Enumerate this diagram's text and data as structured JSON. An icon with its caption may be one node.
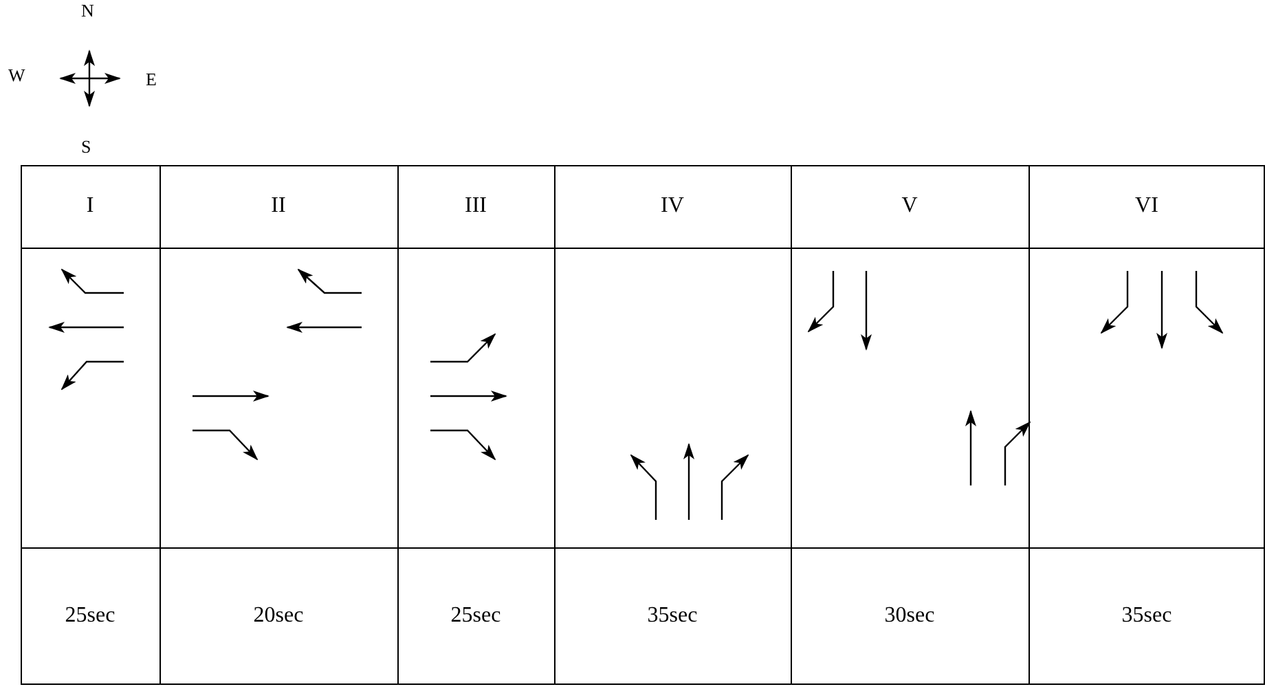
{
  "diagram": {
    "labels": [
      "N",
      "W",
      "E",
      "S",
      "I",
      "II",
      "III",
      "IV",
      "V",
      "VI",
      "25sec",
      "20sec",
      "25sec",
      "35sec",
      "30sec",
      "35sec"
    ]
  }
}
